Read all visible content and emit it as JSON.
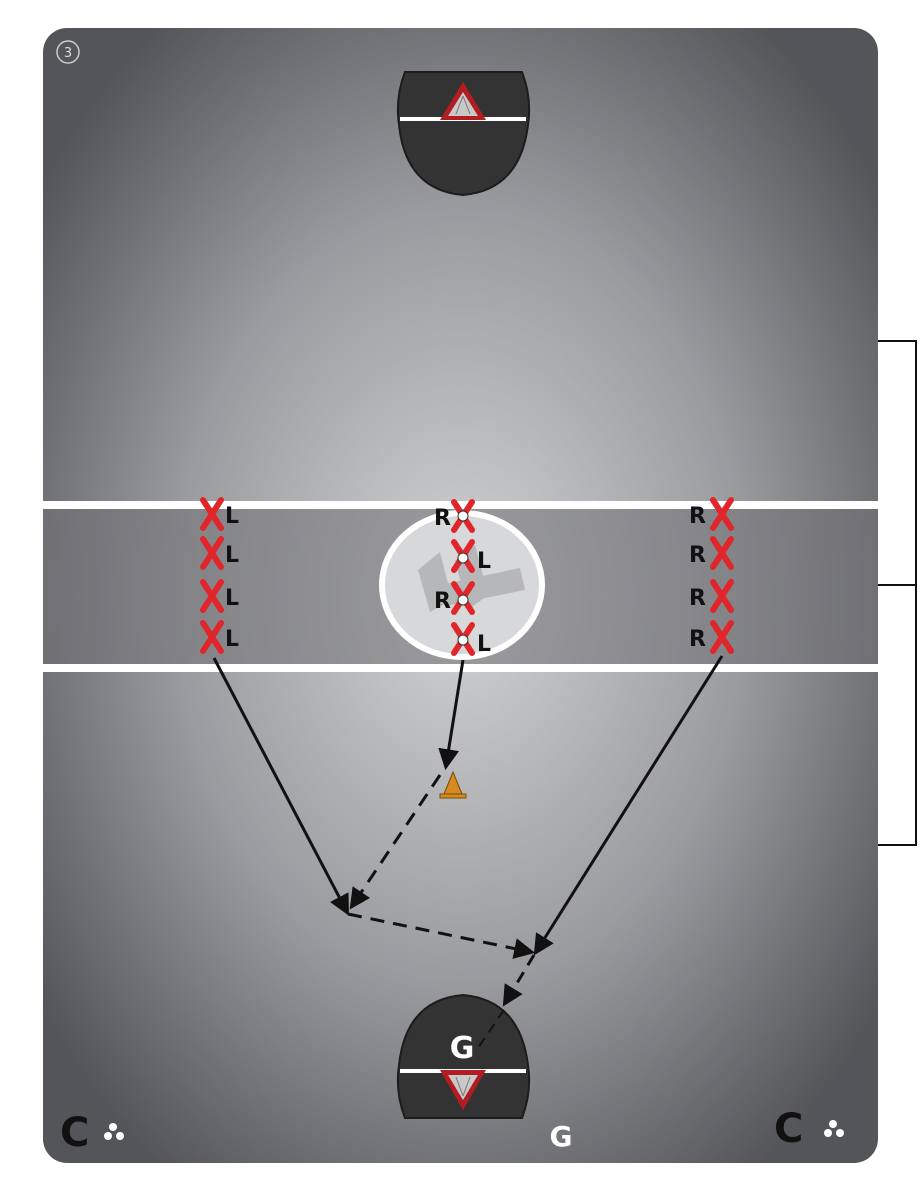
{
  "diagram": {
    "step_badge": "3",
    "colors": {
      "field_center": "#d2d3d5",
      "field_edge": "#545558",
      "line": "#ffffff",
      "player_x": "#e0262b",
      "crease": "#333333",
      "cone": "#d68a1f",
      "arrow": "#111111"
    },
    "left_column": {
      "letters": [
        "L",
        "L",
        "L",
        "L"
      ]
    },
    "center_column": {
      "letters": [
        "R",
        "L",
        "R",
        "L"
      ]
    },
    "right_column": {
      "letters": [
        "R",
        "R",
        "R",
        "R"
      ]
    },
    "goalie_label": "G",
    "bottom_label": "G",
    "brand_letter": "C",
    "icons": [
      "cone-icon",
      "goal-icon",
      "faceoff-logo-icon",
      "brand-logo-icon"
    ]
  }
}
